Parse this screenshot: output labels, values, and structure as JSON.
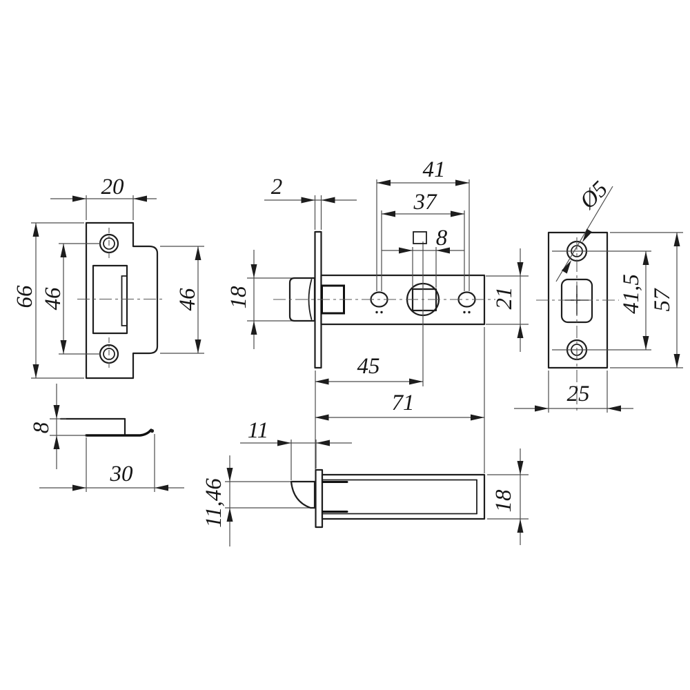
{
  "colors": {
    "line": "#1d1d1d",
    "thin_line": "#4a4a4a",
    "background": "#ffffff"
  },
  "views": {
    "strike_plate_front": {
      "dims": {
        "plate_width": "20",
        "plate_height": "66",
        "screw_spacing": "46",
        "tongue_height": "46"
      }
    },
    "strike_plate_side": {
      "dims": {
        "bend_offset": "8",
        "lip_width": "30"
      }
    },
    "latch_body_side": {
      "dims": {
        "faceplate_thickness": "2",
        "holes_outer_span": "41",
        "holes_spacing": "37",
        "spindle_square": "8",
        "bolt_height": "18",
        "case_height": "21",
        "backset": "45",
        "case_length": "71"
      }
    },
    "faceplate_front": {
      "dims": {
        "screw_hole_diameter": "Ø5",
        "screw_spacing": "41,5",
        "plate_height": "57",
        "plate_width": "25"
      }
    },
    "latch_bolt_top": {
      "dims": {
        "bolt_protrusion": "11",
        "bolt_width": "11,46",
        "tube_width": "18"
      }
    }
  }
}
